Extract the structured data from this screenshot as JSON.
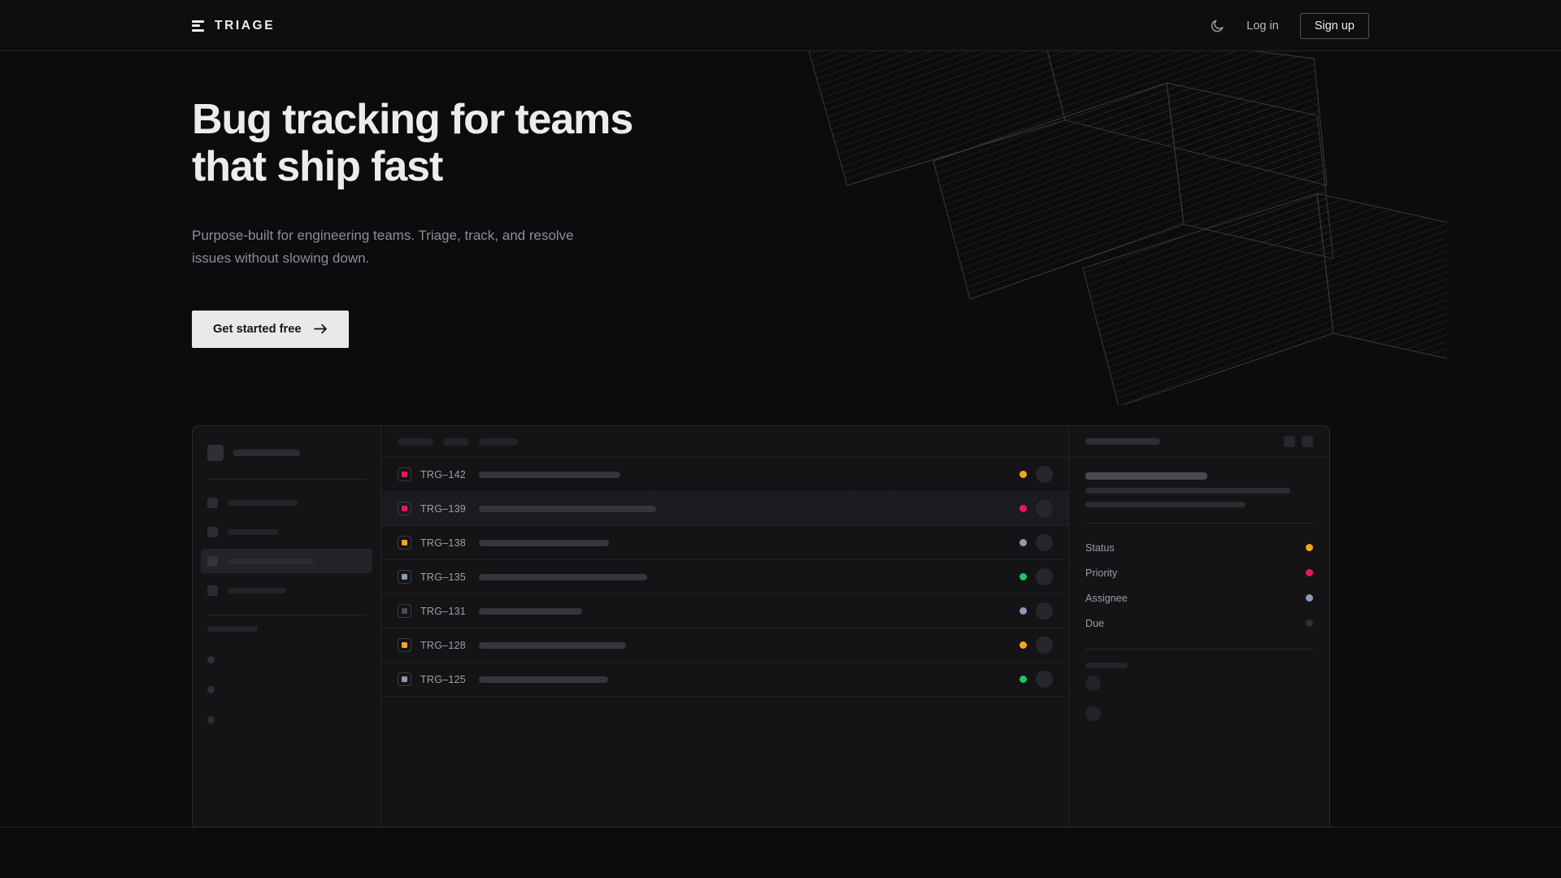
{
  "header": {
    "logo_text": "TRIAGE",
    "logo_icon": "stacked-bars-icon",
    "theme_toggle_icon": "moon-icon",
    "login_label": "Log in",
    "signup_label": "Sign up"
  },
  "hero": {
    "heading_line1": "Bug tracking for teams",
    "heading_line2": "that ship fast",
    "subheading": "Purpose-built for engineering teams. Triage, track, and resolve issues without slowing down.",
    "cta_label": "Get started free",
    "cta_icon": "arrow-right-icon"
  },
  "mockup": {
    "sidebar": {
      "nav_items": [
        {
          "active": false
        },
        {
          "active": false
        },
        {
          "active": true
        },
        {
          "active": false
        }
      ],
      "mini_items": 3
    },
    "list": {
      "toolbar_pills": [
        44,
        32,
        48
      ],
      "rows": [
        {
          "id": "TRG–142",
          "priority_color": "#f31260",
          "priority_muted": false,
          "status_color": "#f5a524",
          "title_width": 174,
          "selected": false
        },
        {
          "id": "TRG–139",
          "priority_color": "#f31260",
          "priority_muted": false,
          "status_color": "#f31260",
          "title_width": 218,
          "selected": true
        },
        {
          "id": "TRG–138",
          "priority_color": "#f5a524",
          "priority_muted": false,
          "status_color": "#8b9bb4",
          "title_width": 160,
          "selected": false
        },
        {
          "id": "TRG–135",
          "priority_color": "#8b9bb4",
          "priority_muted": false,
          "status_color": "#17c964",
          "title_width": 207,
          "selected": false
        },
        {
          "id": "TRG–131",
          "priority_color": "#4a4a52",
          "priority_muted": true,
          "status_color": "#8b9bb4",
          "title_width": 127,
          "selected": false
        },
        {
          "id": "TRG–128",
          "priority_color": "#f5a524",
          "priority_muted": false,
          "status_color": "#f5a524",
          "title_width": 181,
          "selected": false
        },
        {
          "id": "TRG–125",
          "priority_color": "#8b9bb4",
          "priority_muted": false,
          "status_color": "#17c964",
          "title_width": 159,
          "selected": false
        }
      ]
    },
    "detail": {
      "header_buttons": 2,
      "description_lines": [
        252,
        197
      ],
      "meta": [
        {
          "label": "Status",
          "color": "#f5a524"
        },
        {
          "label": "Priority",
          "color": "#f31260"
        },
        {
          "label": "Assignee",
          "color": "#8b9bb4"
        },
        {
          "label": "Due",
          "color": "#2f2f35"
        }
      ],
      "comment_avatars": 2
    }
  },
  "colors": {
    "background": "#0c0c0e",
    "surface": "#141417",
    "border": "#2a2a2f",
    "text_primary": "#ededee",
    "text_muted": "#8d8d95",
    "accent_orange": "#f5a524",
    "accent_pink": "#f31260",
    "accent_green": "#17c964",
    "accent_blue": "#8b9bb4"
  }
}
